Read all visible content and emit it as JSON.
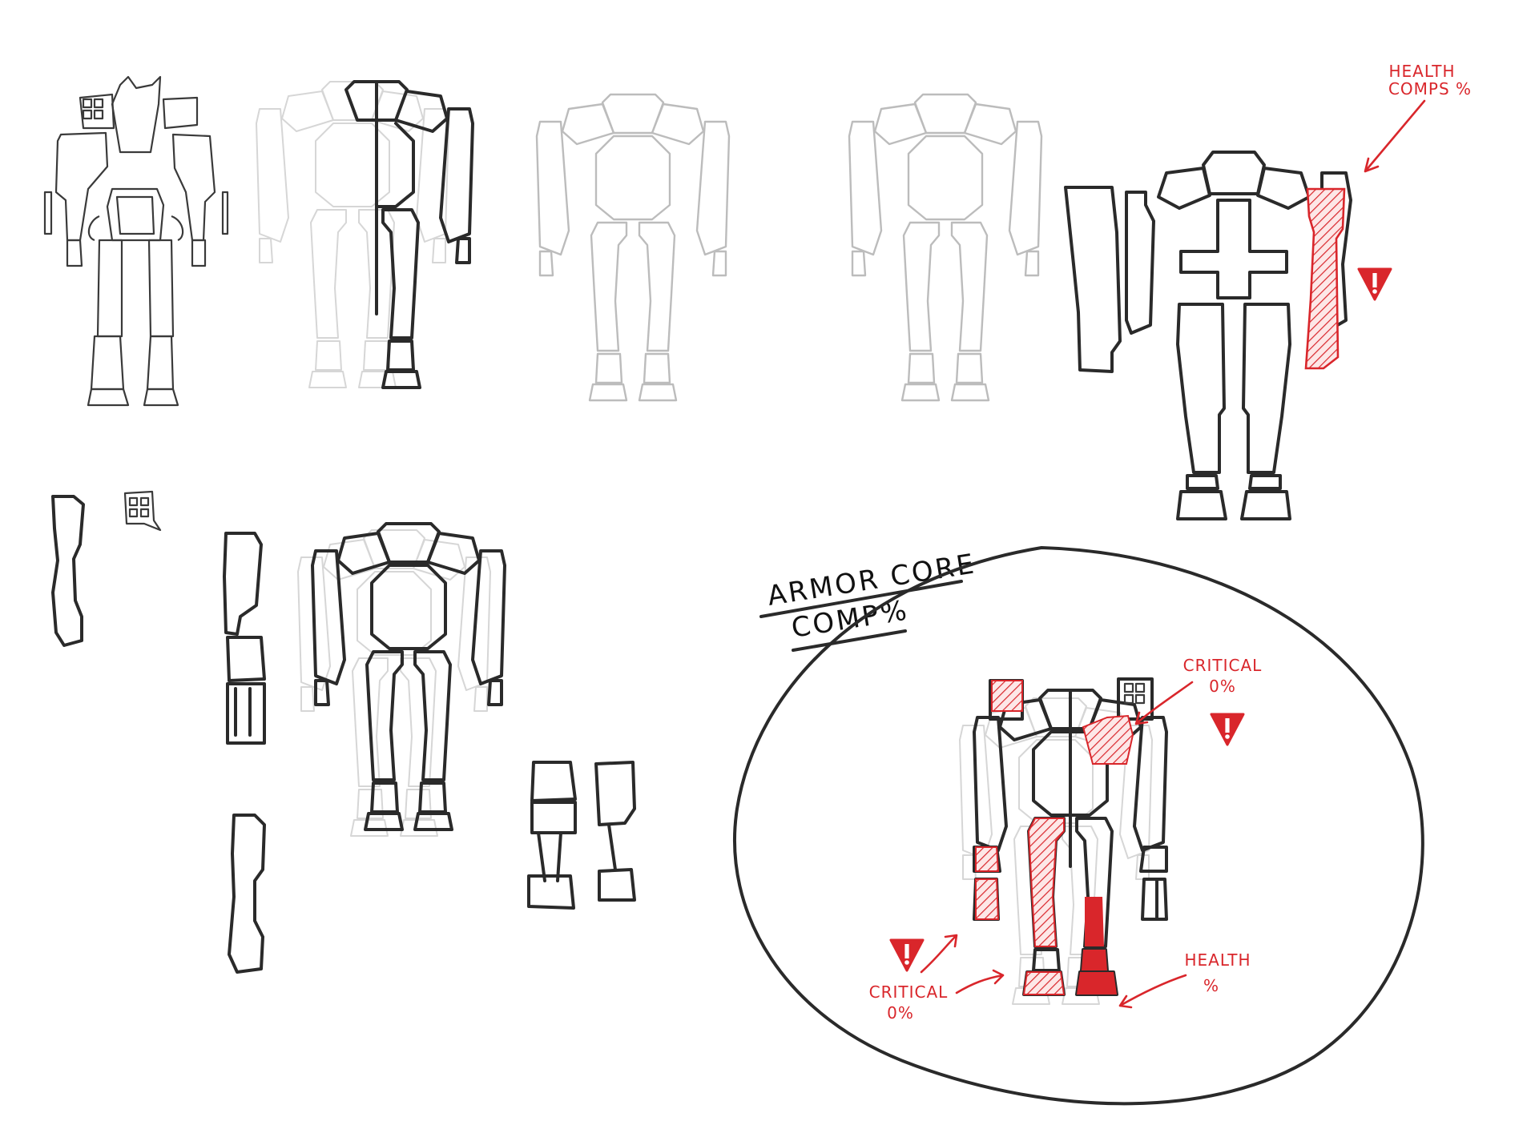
{
  "title": {
    "line1": "ARMOR CORE",
    "line2": "COMP%"
  },
  "annotations": {
    "top_health": {
      "line1": "HEALTH",
      "line2": "COMPS %"
    },
    "critical_upper": {
      "line1": "CRITICAL",
      "line2": "0%"
    },
    "critical_lower": {
      "line1": "CRITICAL",
      "line2": "0%"
    },
    "health_lower": {
      "line1": "HEALTH",
      "line2": "%"
    }
  },
  "warning_glyph": "!",
  "colors": {
    "ink": "#2a2a2a",
    "faint": "#bcbcbc",
    "accent_red": "#d9262b",
    "background": "#ffffff"
  },
  "icons": [
    "warning-triangle-icon",
    "arrow-icon",
    "hatched-damage-fill"
  ]
}
